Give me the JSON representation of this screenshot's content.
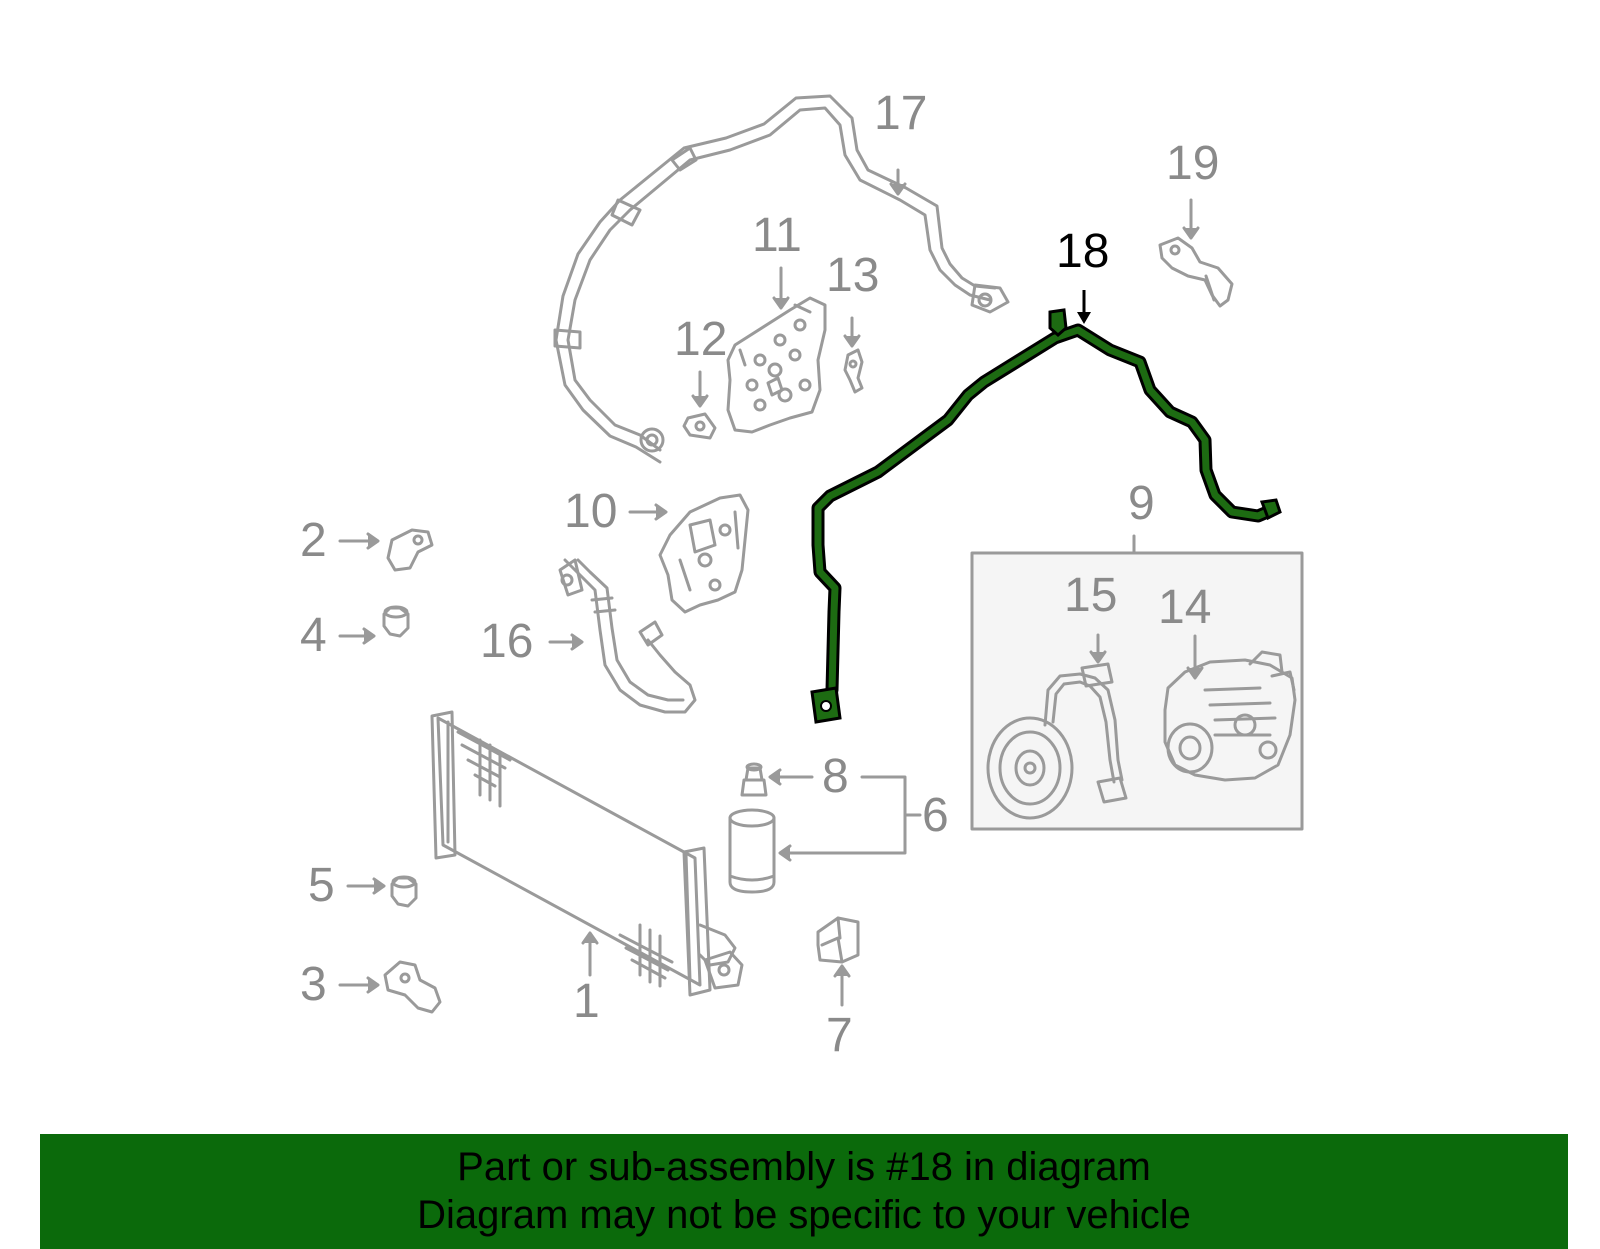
{
  "diagram": {
    "highlight_part": "18",
    "colors": {
      "line_gray": "#9a9a9a",
      "label_gray": "#8a8a8a",
      "highlight_green": "#1d6b12",
      "highlight_outline": "#000000",
      "footer_bg": "#0b6a0b"
    },
    "callouts": [
      {
        "id": "1",
        "text": "1"
      },
      {
        "id": "2",
        "text": "2"
      },
      {
        "id": "3",
        "text": "3"
      },
      {
        "id": "4",
        "text": "4"
      },
      {
        "id": "5",
        "text": "5"
      },
      {
        "id": "6",
        "text": "6"
      },
      {
        "id": "7",
        "text": "7"
      },
      {
        "id": "8",
        "text": "8"
      },
      {
        "id": "9",
        "text": "9"
      },
      {
        "id": "10",
        "text": "10"
      },
      {
        "id": "11",
        "text": "11"
      },
      {
        "id": "12",
        "text": "12"
      },
      {
        "id": "13",
        "text": "13"
      },
      {
        "id": "14",
        "text": "14"
      },
      {
        "id": "15",
        "text": "15"
      },
      {
        "id": "16",
        "text": "16"
      },
      {
        "id": "17",
        "text": "17"
      },
      {
        "id": "18",
        "text": "18"
      },
      {
        "id": "19",
        "text": "19"
      }
    ]
  },
  "footer": {
    "line1": "Part or sub-assembly is #18 in diagram",
    "line2": "Diagram may not be specific to your vehicle"
  }
}
